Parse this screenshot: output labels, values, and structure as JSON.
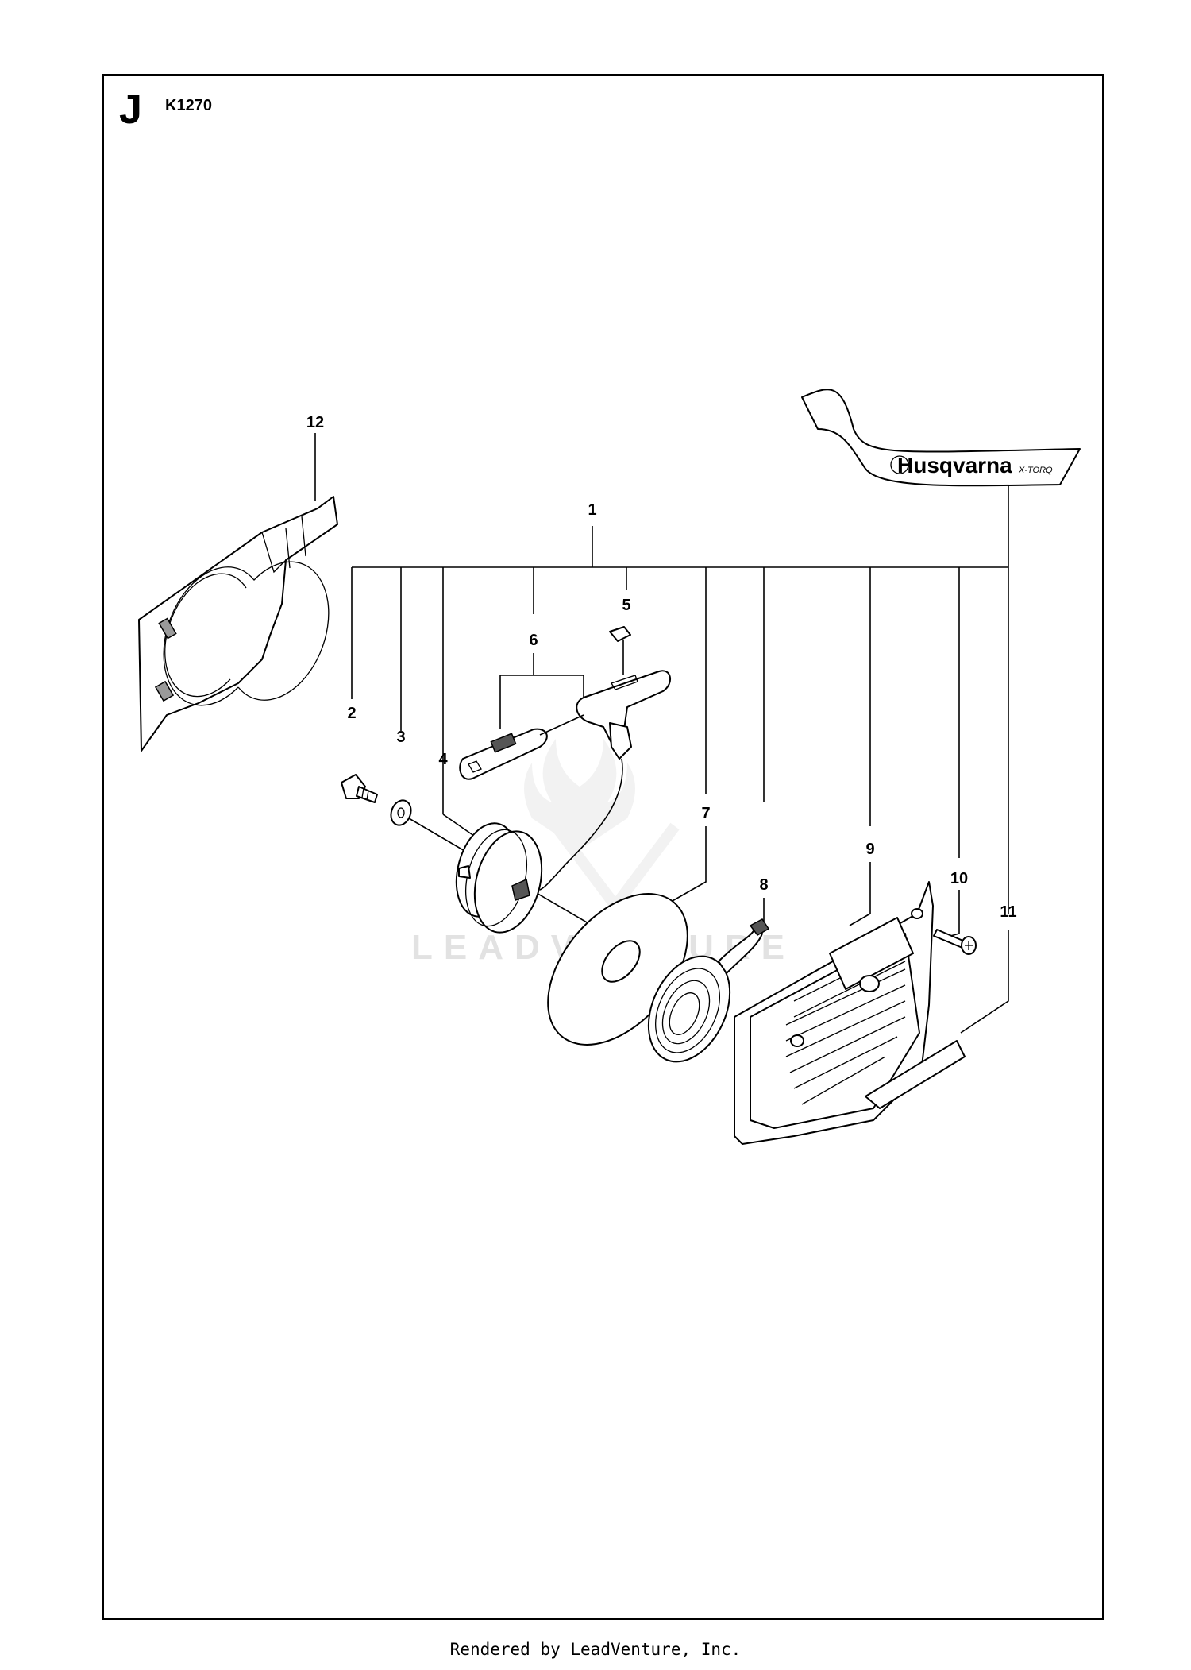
{
  "section": {
    "letter": "J",
    "code": "K1270"
  },
  "callouts": {
    "c1": "1",
    "c2": "2",
    "c3": "3",
    "c4": "4",
    "c5": "5",
    "c6": "6",
    "c7": "7",
    "c8": "8",
    "c9": "9",
    "c10": "10",
    "c11": "11",
    "c12": "12"
  },
  "decal": {
    "brand": "Husqvarna",
    "model": "X-TORQ"
  },
  "watermark": "LEADVENTURE",
  "footer": "Rendered by LeadVenture, Inc."
}
